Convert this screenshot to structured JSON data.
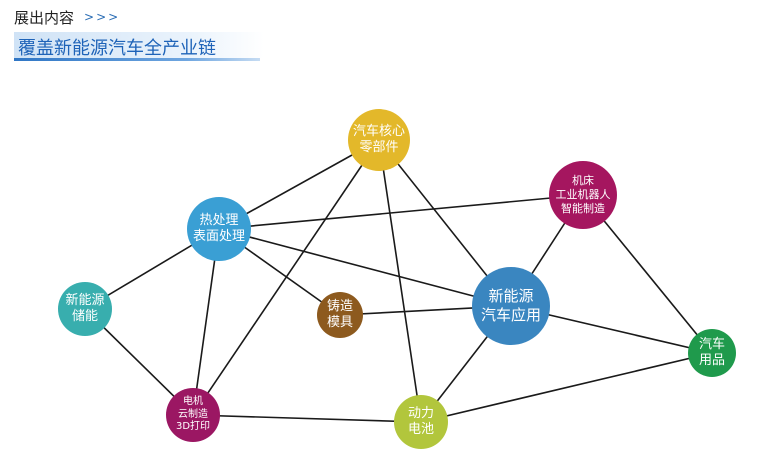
{
  "header": {
    "label": "展出内容",
    "arrows": ">>>",
    "title": "覆盖新能源汽车全产业链"
  },
  "diagram": {
    "nodes": [
      {
        "id": "parts",
        "text": "汽车核心\n零部件",
        "color": "#e3b82a"
      },
      {
        "id": "heat",
        "text": "热处理\n表面处理",
        "color": "#3a9fd4"
      },
      {
        "id": "machine",
        "text": "机床\n工业机器人\n智能制造",
        "color": "#a5165f"
      },
      {
        "id": "storage",
        "text": "新能源\n储能",
        "color": "#38aeae"
      },
      {
        "id": "casting",
        "text": "铸造\n模具",
        "color": "#8d5a1e"
      },
      {
        "id": "nev",
        "text": "新能源\n汽车应用",
        "color": "#3a86c0"
      },
      {
        "id": "supplies",
        "text": "汽车\n用品",
        "color": "#1f9a4c"
      },
      {
        "id": "motor",
        "text": "电机\n云制造\n3D打印",
        "color": "#9b1763"
      },
      {
        "id": "battery",
        "text": "动力\n电池",
        "color": "#b2c63c"
      }
    ],
    "edges": [
      [
        "parts",
        "motor"
      ],
      [
        "parts",
        "battery"
      ],
      [
        "parts",
        "nev"
      ],
      [
        "heat",
        "storage"
      ],
      [
        "heat",
        "motor"
      ],
      [
        "heat",
        "casting"
      ],
      [
        "heat",
        "nev"
      ],
      [
        "heat",
        "parts"
      ],
      [
        "machine",
        "nev"
      ],
      [
        "machine",
        "supplies"
      ],
      [
        "machine",
        "heat"
      ],
      [
        "storage",
        "motor"
      ],
      [
        "casting",
        "nev"
      ],
      [
        "nev",
        "battery"
      ],
      [
        "nev",
        "supplies"
      ],
      [
        "motor",
        "battery"
      ],
      [
        "battery",
        "supplies"
      ]
    ]
  }
}
